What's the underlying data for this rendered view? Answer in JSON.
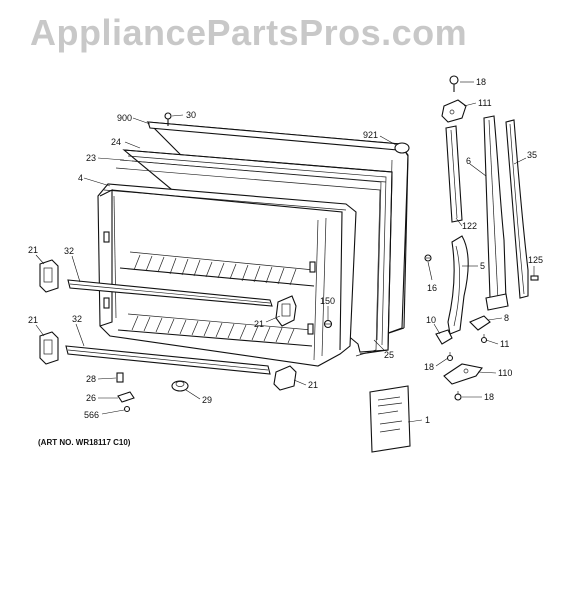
{
  "watermark": "AppliancePartsPros.com",
  "art_number": "(ART NO. WR18117 C10)",
  "callouts": {
    "c900": "900",
    "c30": "30",
    "c24": "24",
    "c23": "23",
    "c4": "4",
    "c921": "921",
    "c18a": "18",
    "c111": "111",
    "c6": "6",
    "c35": "35",
    "c122": "122",
    "c5": "5",
    "c16": "16",
    "c125": "125",
    "c21a": "21",
    "c32a": "32",
    "c21b": "21",
    "c32b": "32",
    "c150": "150",
    "c21c": "21",
    "c25": "25",
    "c10": "10",
    "c8": "8",
    "c11": "11",
    "c18b": "18",
    "c110": "110",
    "c18c": "18",
    "c28": "28",
    "c26": "26",
    "c566": "566",
    "c29": "29",
    "c21d": "21",
    "c1": "1"
  }
}
